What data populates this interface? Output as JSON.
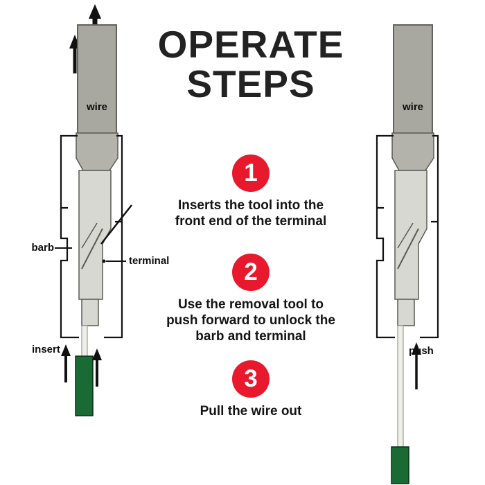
{
  "title": {
    "line1": "OPERATE",
    "line2": "STEPS"
  },
  "steps": [
    {
      "number": "1",
      "text": "Inserts the tool into the front end of the terminal"
    },
    {
      "number": "2",
      "text": "Use the removal tool to push forward to unlock the barb and terminal"
    },
    {
      "number": "3",
      "text": "Pull the wire out"
    }
  ],
  "left_diagram": {
    "wire_label": "wire",
    "barb_label": "barb",
    "terminal_label": "terminal",
    "insert_label": "insert"
  },
  "right_diagram": {
    "wire_label": "wire",
    "push_label": "push"
  },
  "colors": {
    "step_circle": "#e8192d",
    "tool_green": "#1a6b33",
    "wire_gray": "#a8a8a0"
  }
}
